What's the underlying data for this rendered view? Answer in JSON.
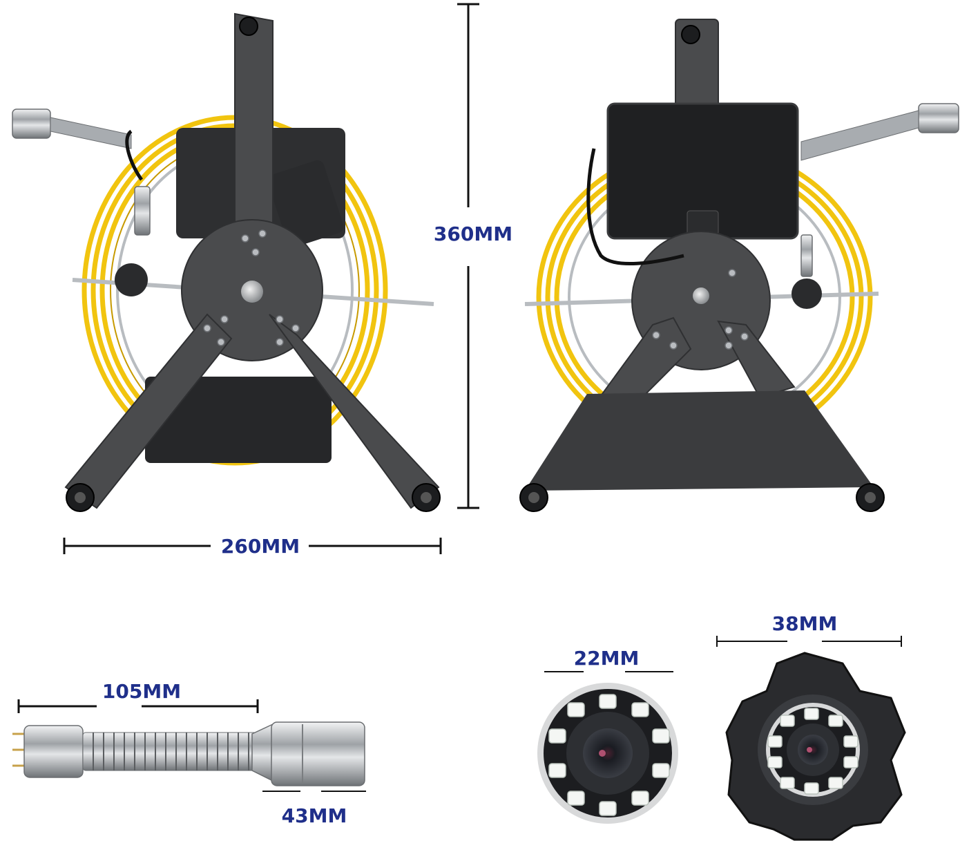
{
  "dimensions": {
    "reel_height": "360MM",
    "reel_width": "260MM",
    "camera_length": "105MM",
    "camera_head_length": "43MM",
    "camera_diameter": "22MM",
    "skid_diameter": "38MM"
  },
  "colors": {
    "label": "#1f2f8a",
    "cable": "#f1c40f",
    "frame": "#4a4b4d"
  },
  "icons": [
    "cable-reel-front",
    "cable-reel-back-monitor",
    "camera-head-side",
    "camera-lens-front",
    "camera-skid-front"
  ]
}
